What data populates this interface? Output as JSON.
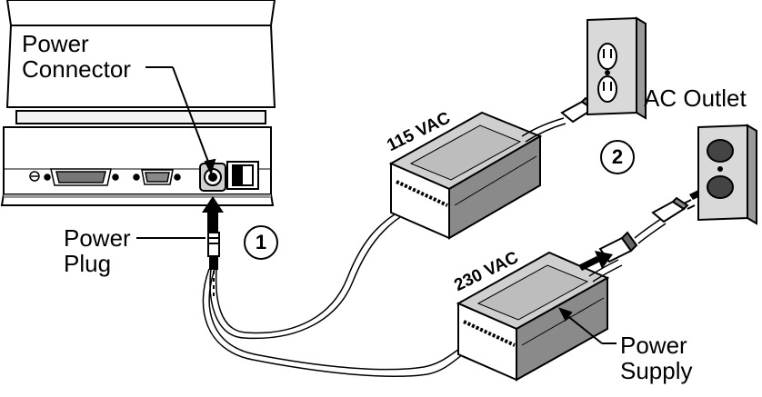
{
  "labels": {
    "power_connector_line1": "Power",
    "power_connector_line2": "Connector",
    "power_plug_line1": "Power",
    "power_plug_line2": "Plug",
    "ac_outlet": "AC Outlet",
    "power_supply_line1": "Power",
    "power_supply_line2": "Supply",
    "vac_115": "115 VAC",
    "vac_230": "230 VAC"
  },
  "steps": [
    "1",
    "2"
  ],
  "colors": {
    "ink": "#000000",
    "printer_body": "#ffffff",
    "supply_top": "#cfcfcf",
    "supply_side": "#8a8a8a",
    "supply_front": "#bdbdbd",
    "outlet_plate": "#d9d9d9",
    "wall": "#9a9a9a"
  }
}
